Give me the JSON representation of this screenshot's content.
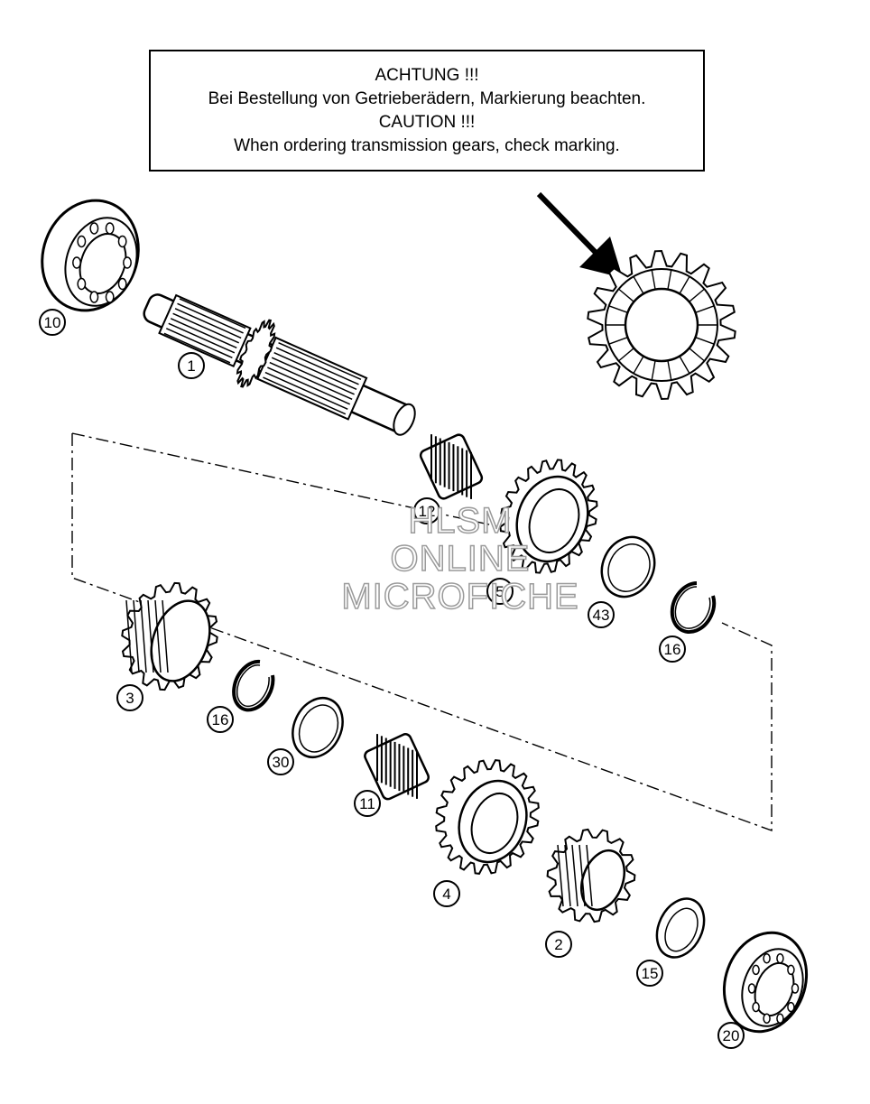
{
  "caution": {
    "line1": "ACHTUNG !!!",
    "line2": "Bei Bestellung von Getrieberädern, Markierung beachten.",
    "line3": "CAUTION !!!",
    "line4": "When ordering transmission gears, check marking."
  },
  "watermark": {
    "line1": "HLSM",
    "line2": "ONLINE",
    "line3": "MICROFICHE"
  },
  "parts": {
    "p1": "1",
    "p2": "2",
    "p3": "3",
    "p4": "4",
    "p5": "5",
    "p10": "10",
    "p11": "11",
    "p12": "12",
    "p15": "15",
    "p16a": "16",
    "p16b": "16",
    "p20": "20",
    "p30": "30",
    "p43": "43"
  }
}
